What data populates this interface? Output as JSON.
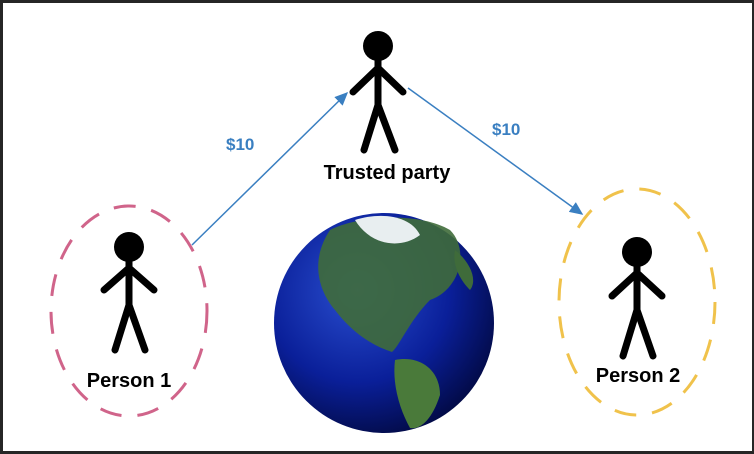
{
  "nodes": {
    "trusted_party": {
      "label": "Trusted party"
    },
    "person1": {
      "label": "Person 1",
      "ring_color": "#d0648a"
    },
    "person2": {
      "label": "Person 2",
      "ring_color": "#f0c24b"
    }
  },
  "edges": [
    {
      "from": "Person 1",
      "to": "Trusted party",
      "label": "$10"
    },
    {
      "from": "Trusted party",
      "to": "Person 2",
      "label": "$10"
    }
  ],
  "colors": {
    "arrow": "#3a7fc1",
    "text": "#000000"
  },
  "globe_icon": "earth-globe"
}
